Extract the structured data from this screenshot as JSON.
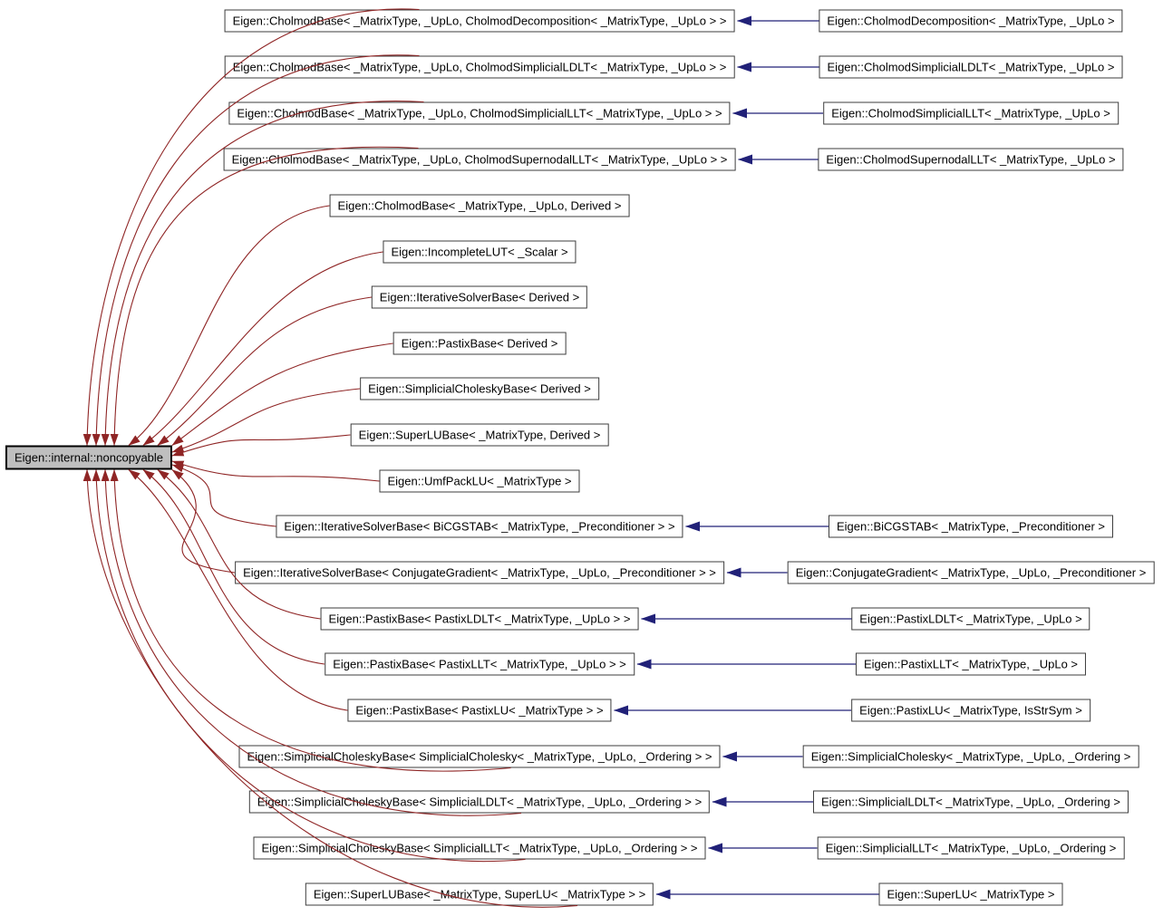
{
  "diagram": {
    "root": {
      "label": "Eigen::internal::noncopyable"
    },
    "colors": {
      "private_inheritance_edge": "#8f2525",
      "template_instance_edge": "#212178",
      "root_fill": "#bfbfbf",
      "node_border": "#3d3d3d"
    },
    "rows": [
      {
        "base": "Eigen::CholmodBase< _MatrixType, _UpLo, CholmodDecomposition< _MatrixType, _UpLo > >",
        "derived": "Eigen::CholmodDecomposition< _MatrixType, _UpLo >"
      },
      {
        "base": "Eigen::CholmodBase< _MatrixType, _UpLo, CholmodSimplicialLDLT< _MatrixType, _UpLo > >",
        "derived": "Eigen::CholmodSimplicialLDLT< _MatrixType, _UpLo >"
      },
      {
        "base": "Eigen::CholmodBase< _MatrixType, _UpLo, CholmodSimplicialLLT< _MatrixType, _UpLo > >",
        "derived": "Eigen::CholmodSimplicialLLT< _MatrixType, _UpLo >"
      },
      {
        "base": "Eigen::CholmodBase< _MatrixType, _UpLo, CholmodSupernodalLLT< _MatrixType, _UpLo > >",
        "derived": "Eigen::CholmodSupernodalLLT< _MatrixType, _UpLo >"
      },
      {
        "base": "Eigen::CholmodBase< _MatrixType, _UpLo, Derived >",
        "derived": null
      },
      {
        "base": "Eigen::IncompleteLUT< _Scalar >",
        "derived": null
      },
      {
        "base": "Eigen::IterativeSolverBase< Derived >",
        "derived": null
      },
      {
        "base": "Eigen::PastixBase< Derived >",
        "derived": null
      },
      {
        "base": "Eigen::SimplicialCholeskyBase< Derived >",
        "derived": null
      },
      {
        "base": "Eigen::SuperLUBase< _MatrixType, Derived >",
        "derived": null
      },
      {
        "base": "Eigen::UmfPackLU< _MatrixType >",
        "derived": null
      },
      {
        "base": "Eigen::IterativeSolverBase< BiCGSTAB< _MatrixType, _Preconditioner > >",
        "derived": "Eigen::BiCGSTAB< _MatrixType, _Preconditioner >"
      },
      {
        "base": "Eigen::IterativeSolverBase< ConjugateGradient< _MatrixType, _UpLo, _Preconditioner > >",
        "derived": "Eigen::ConjugateGradient< _MatrixType, _UpLo, _Preconditioner >"
      },
      {
        "base": "Eigen::PastixBase< PastixLDLT< _MatrixType, _UpLo > >",
        "derived": "Eigen::PastixLDLT< _MatrixType, _UpLo >"
      },
      {
        "base": "Eigen::PastixBase< PastixLLT< _MatrixType, _UpLo > >",
        "derived": "Eigen::PastixLLT< _MatrixType, _UpLo >"
      },
      {
        "base": "Eigen::PastixBase< PastixLU< _MatrixType > >",
        "derived": "Eigen::PastixLU< _MatrixType, IsStrSym >"
      },
      {
        "base": "Eigen::SimplicialCholeskyBase< SimplicialCholesky< _MatrixType, _UpLo, _Ordering > >",
        "derived": "Eigen::SimplicialCholesky< _MatrixType, _UpLo, _Ordering >"
      },
      {
        "base": "Eigen::SimplicialCholeskyBase< SimplicialLDLT< _MatrixType, _UpLo, _Ordering > >",
        "derived": "Eigen::SimplicialLDLT< _MatrixType, _UpLo, _Ordering >"
      },
      {
        "base": "Eigen::SimplicialCholeskyBase< SimplicialLLT< _MatrixType, _UpLo, _Ordering > >",
        "derived": "Eigen::SimplicialLLT< _MatrixType, _UpLo, _Ordering >"
      },
      {
        "base": "Eigen::SuperLUBase< _MatrixType, SuperLU< _MatrixType > >",
        "derived": "Eigen::SuperLU< _MatrixType >"
      }
    ]
  }
}
